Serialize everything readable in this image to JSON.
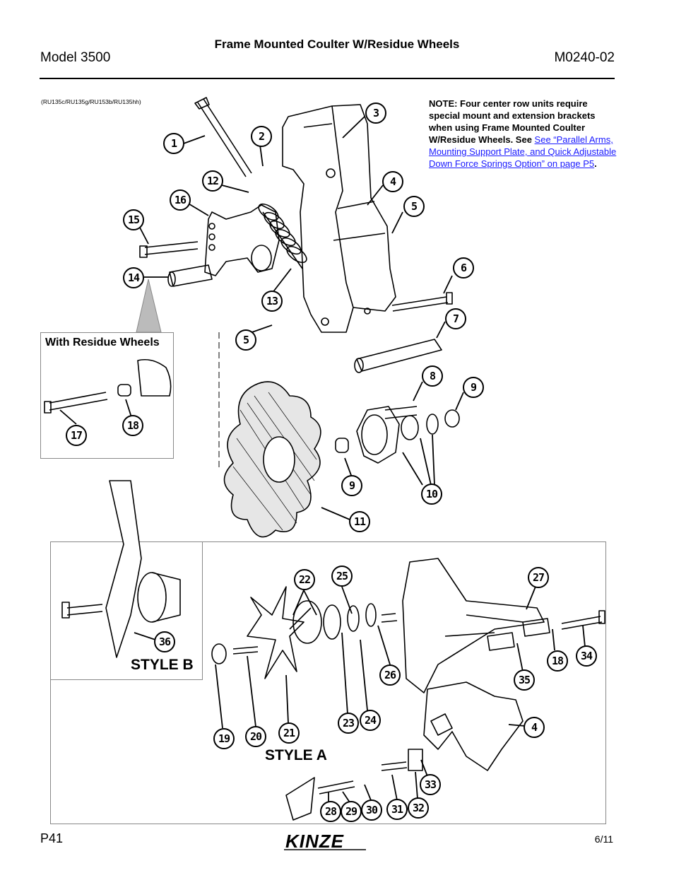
{
  "header": {
    "title": "Frame Mounted Coulter W/Residue Wheels",
    "model": "Model 3500",
    "manual_code": "M0240-02"
  },
  "reference_codes": "(RU135c/RU135g/RU153b/RU135hh)",
  "note": {
    "bold_text": "NOTE: Four center row units require special mount and extension brackets when using Frame Mounted Coulter W/Residue Wheels. See ",
    "link_text": "See “Parallel Arms, Mounting Support Plate, and Quick Adjustable Down Force Springs Option” on page P5",
    "end_text": "."
  },
  "insets": {
    "residue_wheels_label": "With Residue Wheels",
    "style_b_label": "STYLE B",
    "style_a_label": "STYLE A"
  },
  "callouts": [
    "1",
    "2",
    "3",
    "4",
    "5",
    "12",
    "16",
    "15",
    "14",
    "13",
    "5",
    "6",
    "7",
    "8",
    "9",
    "9",
    "10",
    "11",
    "17",
    "18",
    "22",
    "25",
    "27",
    "36",
    "18",
    "34",
    "35",
    "26",
    "4",
    "23",
    "24",
    "21",
    "20",
    "19",
    "33",
    "28",
    "29",
    "30",
    "31",
    "32"
  ],
  "footer": {
    "page": "P41",
    "date": "6/11",
    "logo_text": "KINZE"
  }
}
